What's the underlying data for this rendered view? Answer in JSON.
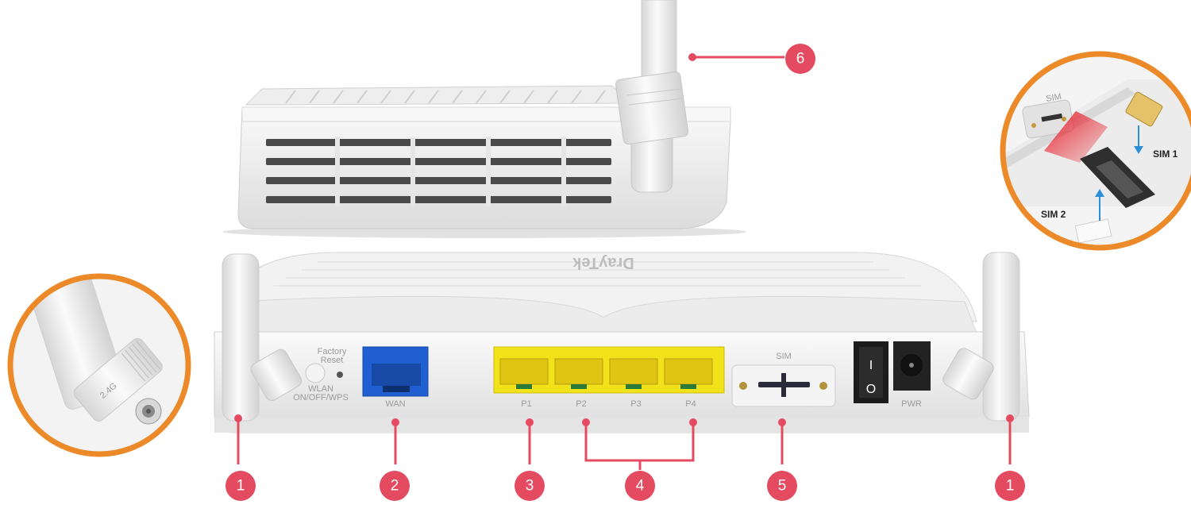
{
  "colors": {
    "callout": "#e54b60",
    "zoom_ring": "#ec8a2a",
    "port_yellow": "#f2e21a",
    "port_blue": "#1f5fd1",
    "arrow_blue": "#2d8fd8"
  },
  "callouts": {
    "antenna_left": "1",
    "wan": "2",
    "p1": "3",
    "lan_group": "4",
    "sim": "5",
    "antenna_top": "6",
    "antenna_right": "1"
  },
  "rear_panel": {
    "brand_mark": "DrayTek",
    "wlan_label": "WLAN\nON/OFF/WPS",
    "factory_reset_label": "Factory\nReset",
    "wan_label": "WAN",
    "ports": [
      "P1",
      "P2",
      "P3",
      "P4"
    ],
    "sim_label": "SIM",
    "pwr_label": "PWR",
    "switch_on": "I",
    "switch_off": "O"
  },
  "antenna_zoom": {
    "band_text": "2.4G"
  },
  "sim_zoom": {
    "sim1_label": "SIM 1",
    "sim2_label": "SIM 2",
    "slot_text": "SIM"
  }
}
